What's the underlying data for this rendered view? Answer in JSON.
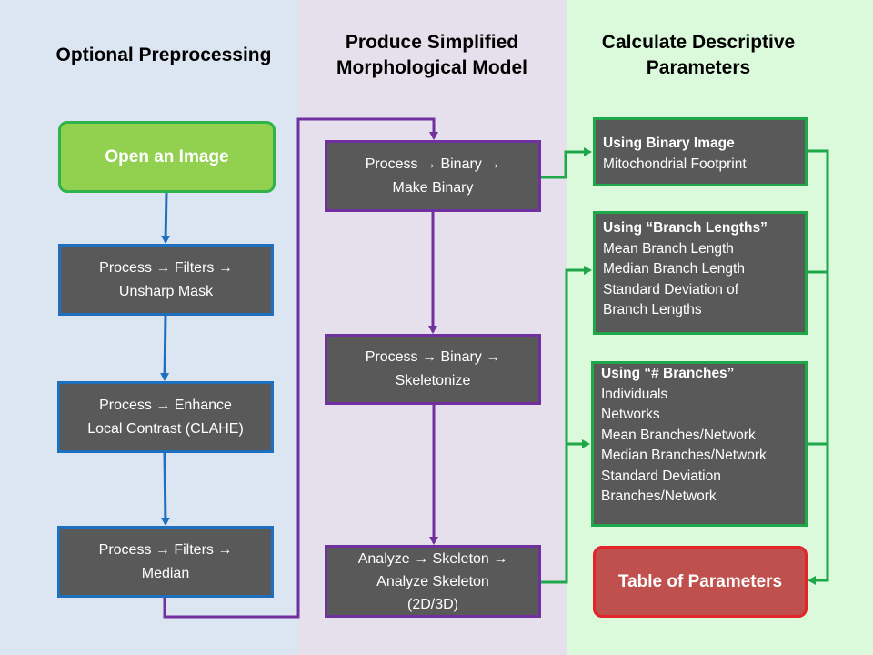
{
  "columns": [
    {
      "title": "Optional Preprocessing"
    },
    {
      "title_line1": "Produce Simplified",
      "title_line2": "Morphological Model"
    },
    {
      "title_line1": "Calculate Descriptive",
      "title_line2": "Parameters"
    }
  ],
  "preprocessing": {
    "start": "Open an Image",
    "steps": [
      {
        "line1": "Process  → Filters →",
        "line2": "Unsharp Mask"
      },
      {
        "line1": "Process → Enhance",
        "line2": "Local Contrast (CLAHE)"
      },
      {
        "line1": "Process → Filters →",
        "line2": "Median"
      }
    ]
  },
  "model": {
    "steps": [
      {
        "line1": "Process → Binary →",
        "line2": "Make Binary"
      },
      {
        "line1": "Process → Binary →",
        "line2": "Skeletonize"
      },
      {
        "line1": "Analyze → Skeleton →",
        "line2": "Analyze Skeleton",
        "line3": "(2D/3D)"
      }
    ]
  },
  "parameters": {
    "groups": [
      {
        "title": "Using Binary Image",
        "items": [
          "Mitochondrial Footprint"
        ]
      },
      {
        "title": "Using “Branch Lengths”",
        "items": [
          "Mean Branch Length",
          "Median Branch Length",
          "Standard Deviation of",
          "Branch Lengths"
        ]
      },
      {
        "title": "Using “# Branches”",
        "items": [
          "Individuals",
          "Networks",
          "Mean Branches/Network",
          "Median Branches/Network",
          "Standard Deviation",
          "Branches/Network"
        ]
      }
    ],
    "end": "Table of Parameters"
  },
  "colors": {
    "blue_arrow": "#1f6fbf",
    "purple_arrow": "#7030a0",
    "green_arrow": "#1ea84a",
    "box_fill": "#595959",
    "start_fill": "#92d050",
    "end_fill": "#c0504d"
  }
}
